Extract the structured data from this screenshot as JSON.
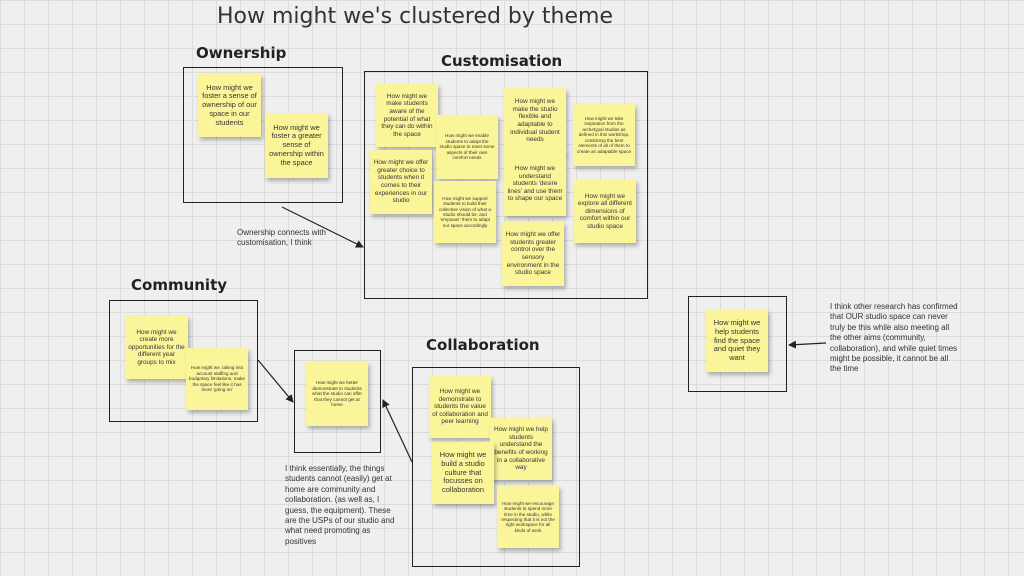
{
  "board_title": "How might we's clustered by theme",
  "clusters": {
    "ownership": {
      "heading": "Ownership",
      "notes": [
        "How might we foster a sense of ownership of our space in our students",
        "How might we foster a greater sense of ownership within the space"
      ]
    },
    "customisation": {
      "heading": "Customisation",
      "notes": [
        "How might we make students aware of the potential of what they can do within the space",
        "How might we enable students to adapt the studio space to meet some aspects of their own comfort needs",
        "How might we make the studio flexible and adaptable to individual student needs",
        "How might we take inspiration from the archetypal studios as defined in this workshop, combining the best elements of all of them to create an adaptable space",
        "How might we offer greater choice to students when it comes to their experiences in our studio",
        "How might we support students to build their collective vision of what a studio should be, and 'empower' them to adapt our space accordingly",
        "How might we understand students 'desire lines' and use them to shape our space",
        "How might we explore all different dimensions of comfort within our studio space",
        "How might we offer students greater control over the sensory environment in the studio space"
      ]
    },
    "community": {
      "heading": "Community",
      "notes": [
        "How might we create more opportunities for the different year groups to mix",
        "How might we, taking into account staffing and budgetary limitations, make the space feel like it has more 'going on'"
      ]
    },
    "home": {
      "notes": [
        "How might we better demonstrate to students what the studio can offer that they cannot get at home"
      ]
    },
    "collaboration": {
      "heading": "Collaboration",
      "notes": [
        "How might we demonstrate to students the value of collaboration and peer learning",
        "How might we help students understand the benefits of working in a collaborative way",
        "How might we build a studio culture that focusses on collaboration",
        "How might we encourage students to spend more time in the studio, while respecting that it is not the right workspace for all kinds of work"
      ]
    },
    "quiet": {
      "notes": [
        "How might we help students find the space and quiet they want"
      ]
    }
  },
  "annotations": {
    "ownership_link": "Ownership connects with customisation, I think",
    "usp": "I think essentially, the things students cannot (easily) get at home are community and collaboration. (as well as, I guess, the equipment). These are the USPs of our studio and what need promoting as positives",
    "quiet": "I think other research has confirmed that OUR studio space can never truly be this while also meeting all the other aims (community, collaboration), and while quiet times might be possible, it cannot be all the time"
  },
  "colors": {
    "sticky_note": "#fbf59a",
    "frame_line": "#222222",
    "background": "#efefef"
  }
}
